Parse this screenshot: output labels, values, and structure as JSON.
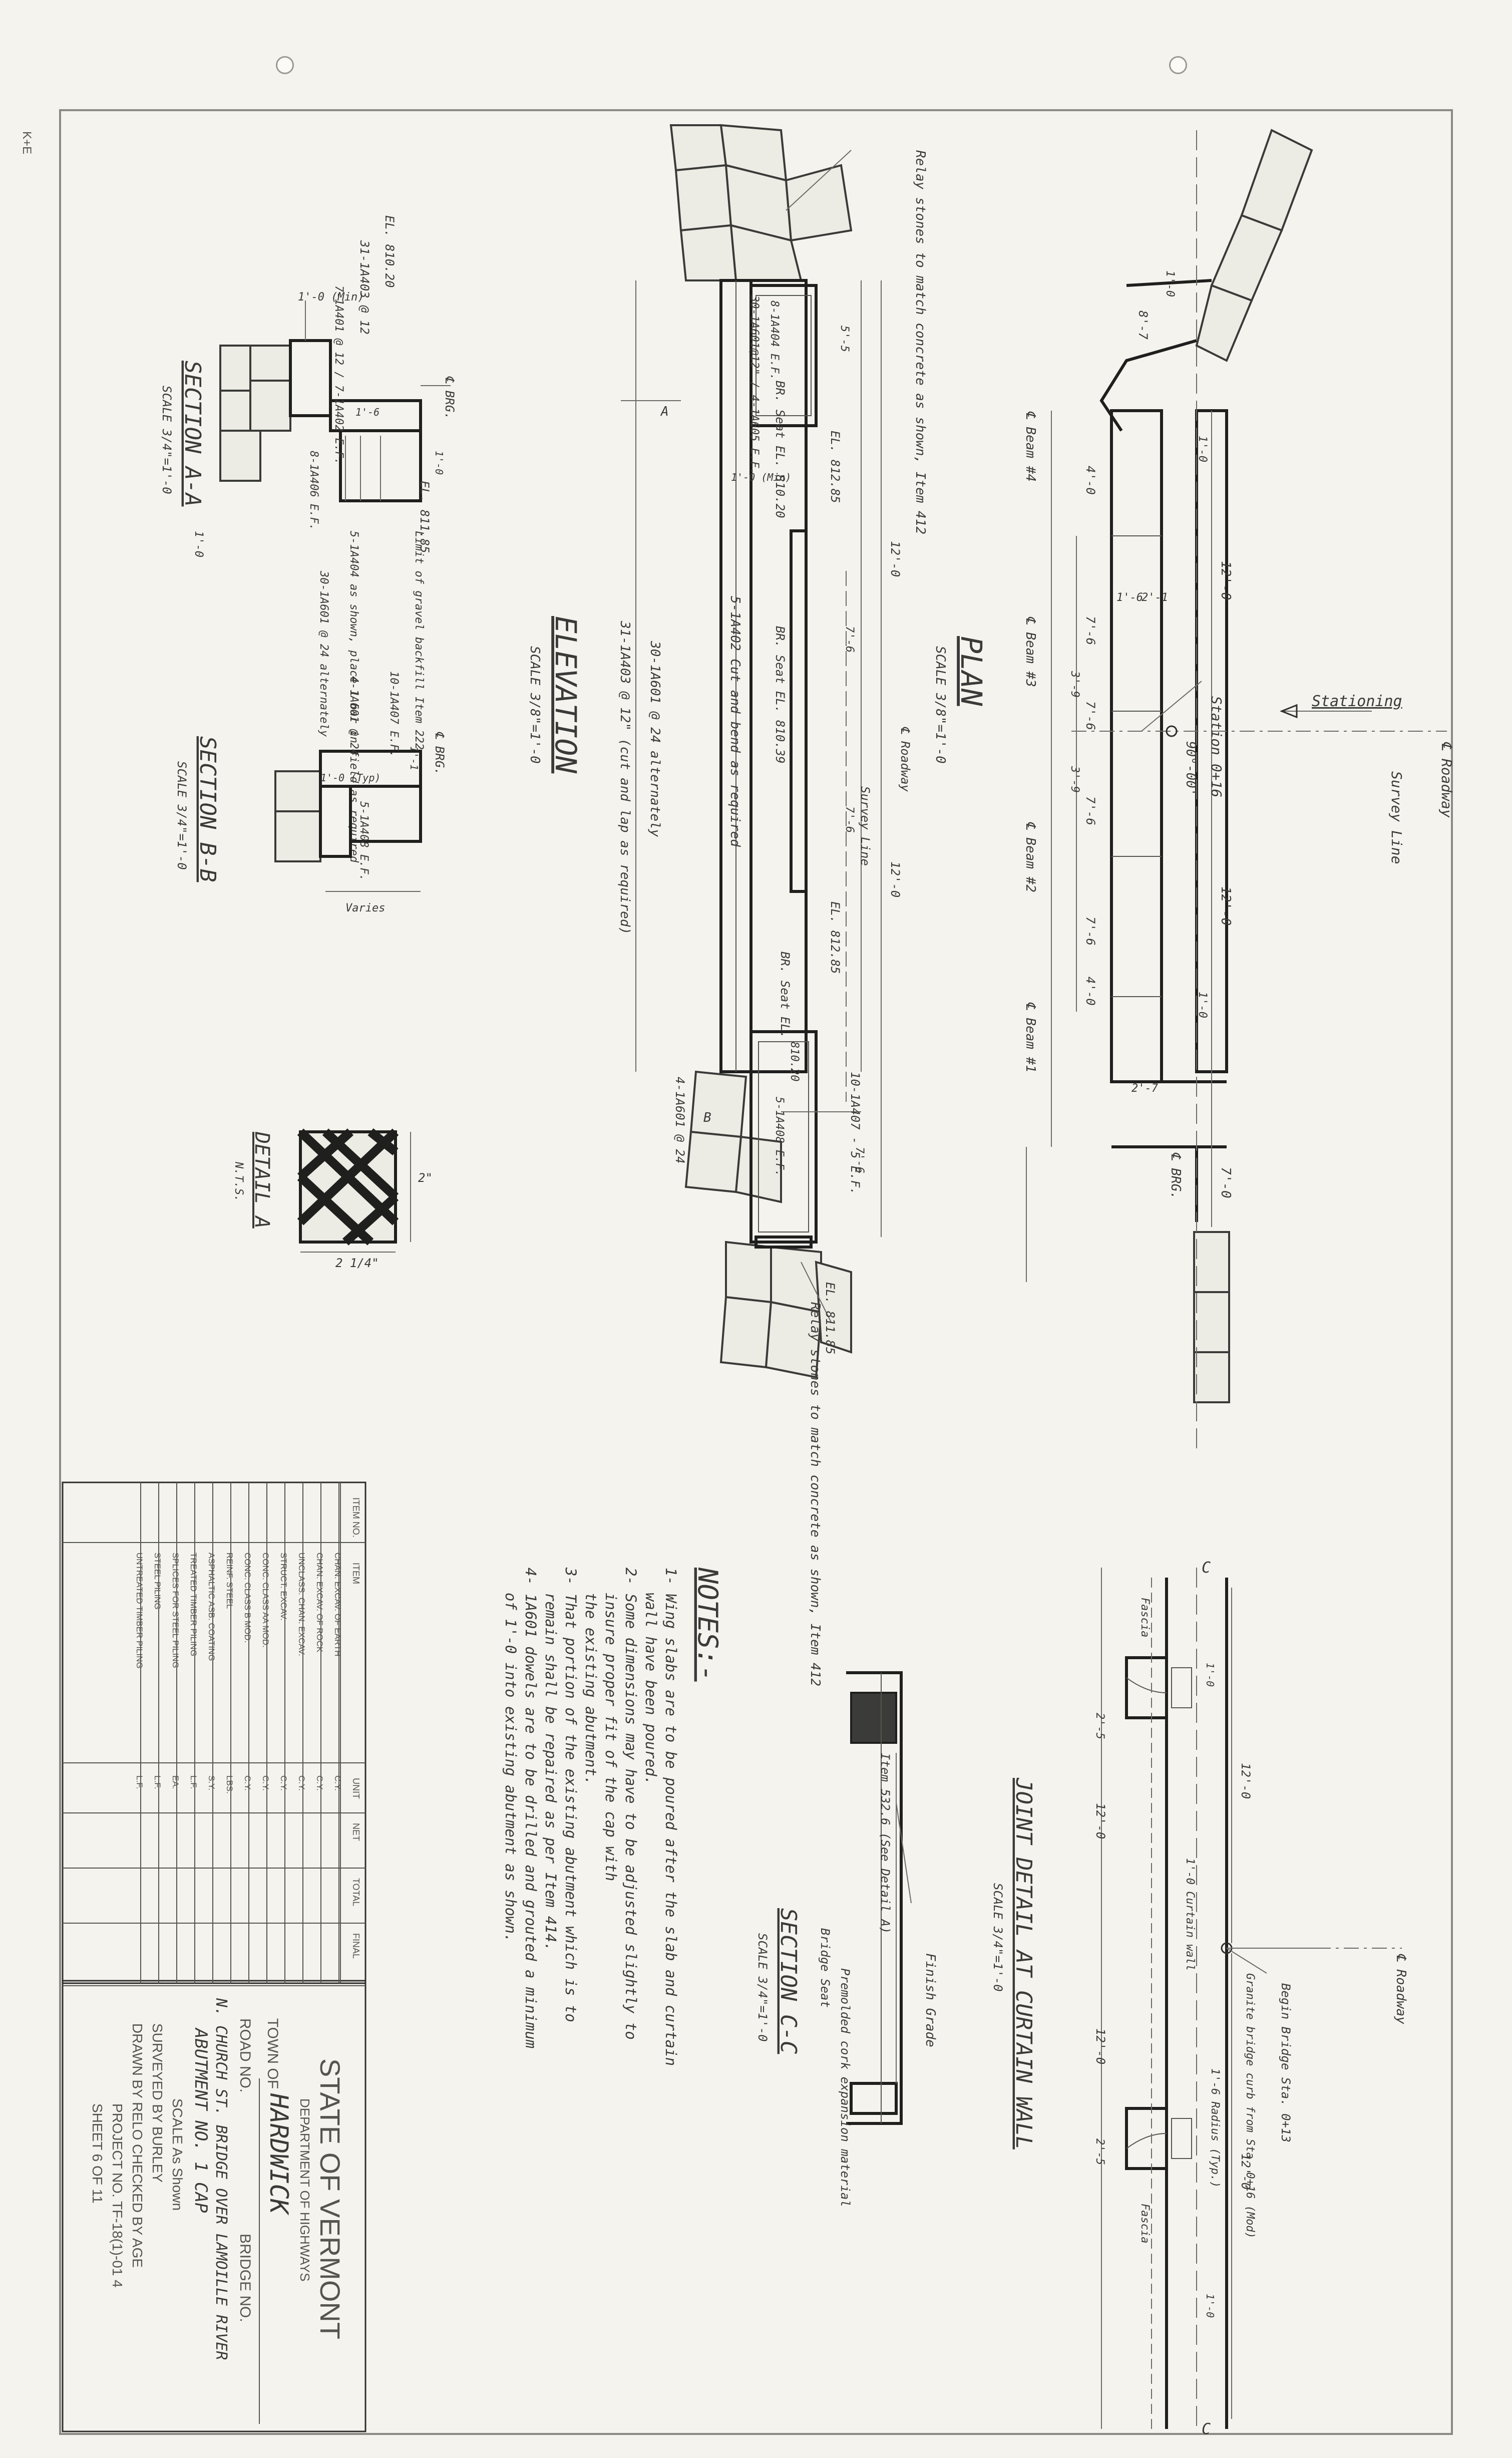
{
  "stamp": "K+E",
  "title_block": {
    "state": "STATE OF VERMONT",
    "department": "DEPARTMENT OF HIGHWAYS",
    "town_label": "TOWN OF",
    "town": "HARDWICK",
    "road_label": "ROAD NO.",
    "bridge_label": "BRIDGE NO.",
    "description_1": "N. CHURCH ST. BRIDGE OVER LAMOILLE RIVER",
    "description_2": "ABUTMENT NO. 1 CAP",
    "scale": "SCALE  As Shown",
    "surveyed": "SURVEYED BY  BURLEY",
    "drawn": "DRAWN BY  RELO    CHECKED BY  AGE",
    "project": "PROJECT NO.  TF-18(1)-01 4",
    "sheet": "SHEET  6  OF  11"
  },
  "quantity_table": {
    "headers": [
      "ITEM NO.",
      "ITEM",
      "UNIT",
      "NET",
      "TOTAL",
      "FINAL"
    ],
    "items": [
      {
        "item": "CHAN. EXCAV. OF EARTH",
        "unit": "C.Y."
      },
      {
        "item": "CHAN. EXCAV. OF ROCK",
        "unit": "C.Y."
      },
      {
        "item": "UNCLASS. CHAN. EXCAV.",
        "unit": "C.Y."
      },
      {
        "item": "STRUCT. EXCAV.",
        "unit": "C.Y."
      },
      {
        "item": "CONC. CLASS AA MOD.",
        "unit": "C.Y."
      },
      {
        "item": "CONC. CLASS B MOD.",
        "unit": "C.Y."
      },
      {
        "item": "REINF. STEEL",
        "unit": "LBS."
      },
      {
        "item": "ASPHALTIC ASB. COATING",
        "unit": "S.Y."
      },
      {
        "item": "TREATED TIMBER PILING",
        "unit": "L.F."
      },
      {
        "item": "SPLICES FOR STEEL PILING",
        "unit": "EA."
      },
      {
        "item": "STEEL PILING",
        "unit": "L.F."
      },
      {
        "item": "UNTREATED TIMBER PILING",
        "unit": "L.F."
      }
    ]
  },
  "notes": {
    "title": "NOTES:-",
    "lines": [
      "1- Wing slabs are to be poured after the slab and curtain",
      "wall have been poured.",
      "2- Some dimensions may have to be adjusted slightly to",
      "insure proper fit of the cap with",
      "the existing abutment.",
      "3- That portion of the existing abutment which is to",
      "remain shall be repaired as per Item 414.",
      "4- 1A601 dowels are to be drilled and grouted a minimum",
      "of 1'-0 into existing abutment as shown."
    ]
  },
  "views": {
    "plan": {
      "title": "PLAN",
      "scale": "SCALE 3/8\"=1'-0"
    },
    "elevation": {
      "title": "ELEVATION",
      "scale": "SCALE 3/8\"=1'-0"
    },
    "section_aa": {
      "title": "SECTION A-A",
      "scale": "SCALE 3/4\"=1'-0"
    },
    "section_bb": {
      "title": "SECTION B-B",
      "scale": "SCALE 3/4\"=1'-0"
    },
    "section_cc": {
      "title": "SECTION C-C",
      "scale": "SCALE 3/4\"=1'-0"
    },
    "detail_a": {
      "title": "DETAIL A",
      "scale": "N.T.S."
    },
    "joint_detail": {
      "title": "JOINT DETAIL AT CURTAIN WALL",
      "scale": "SCALE 3/4\"=1'-0"
    }
  },
  "plan_labels": {
    "stationing": "Stationing",
    "roadway": "℄ Roadway",
    "survey_line": "Survey Line",
    "station": "Station 0+16",
    "angle": "90°-00'",
    "beam4": "℄ Beam #4",
    "beam3": "℄ Beam #3",
    "beam2": "℄ Beam #2",
    "beam1": "℄ Beam #1",
    "brg": "℄ BRG.",
    "d12a": "12'-0",
    "d12b": "12'-0",
    "d7a": "7'-0",
    "d4a": "4'-0",
    "d4b": "4'-0",
    "d1a": "1'-0",
    "d1b": "1'-0",
    "d7_6a": "7'-6",
    "d7_6b": "7'-6",
    "d7_6c": "7'-6",
    "d7_6d": "7'-6",
    "d3_9a": "3'-9",
    "d3_9b": "3'-9",
    "d1_6": "1'-6",
    "d2_1": "2'-1",
    "d2_7": "2'-7",
    "d8_7": "8'-7",
    "d1_0": "1'-0"
  },
  "elevation_labels": {
    "relay_top": "Relay stones to match concrete as shown, Item 412",
    "relay_bottom": "Relay stones to match concrete as shown, Item 412",
    "bar1": "31-1A403 @ 12\" (cut and lap as required)",
    "bar2": "30-1A601 @ 24 alternately",
    "bar3": "5-1A402 Cut and bend as required",
    "bar4": "8-1A404 E.F.",
    "bar5": "5-1A408 E.F.",
    "bar6": "10-1A407 - 5 E.F.",
    "bar7": "4-1A601 @ 24",
    "bar8": "30-1A601@12\" / 4-1A605 E.F.",
    "seat1": "BR. Seat EL. 810.20",
    "seat2": "BR. Seat EL. 810.39",
    "seat3": "BR. Seat EL.",
    "el1": "EL. 812.85",
    "el2": "EL. 812.85",
    "el3": "EL. 811.85",
    "el4": "810.20",
    "survey": "Survey Line",
    "roadway": "℄ Roadway",
    "d12a": "12'-0",
    "d12b": "12'-0",
    "d7_6a": "7'-6",
    "d7_6b": "7'-6",
    "d5_5": "5'-5",
    "d7_6c": "7'-6",
    "a": "A",
    "b": "B",
    "min": "1'-0 (Min)"
  },
  "section_aa_labels": {
    "el": "EL. 810.20",
    "bars1": "31-1A403 @ 12",
    "bars2": "7-1A401 @ 12 / 7-1A402 E.F.",
    "bars3": "8-1A406 E.F.",
    "bars4": "5-1A404 as shown, place 1 bar in field as required",
    "bars5": "30-1A601 @ 24 alternately",
    "el2": "EL. 811.85",
    "brg": "℄ BRG.",
    "limit": "Limit of gravel backfill Item 222",
    "min": "1'-0 (Min)",
    "d10": "1'-0",
    "d1_6": "1'-6",
    "d1_0": "1'-0"
  },
  "section_bb_labels": {
    "bars1": "10-1A407 E.F.",
    "bars2": "4-1A601 @ 24",
    "bars3": "5-1A408 E.F.",
    "varies": "Varies",
    "typ": "1'-0 (Typ)",
    "brg": "℄ BRG.",
    "d1": "1'-1"
  },
  "section_cc_labels": {
    "item": "Item 532.6 (See Detail A)",
    "finish": "Finish Grade",
    "premolded": "Premolded cork expansion material",
    "bridge_seat": "Bridge Seat"
  },
  "detail_a_labels": {
    "w": "2 1/4\"",
    "h": "2\""
  },
  "joint_labels": {
    "cl_top": "C",
    "cl_bottom": "C",
    "fascia1": "Fascia",
    "fascia2": "Fascia",
    "curtain": "1'-0 Curtain wall",
    "granite": "Granite bridge curb from Sta. 0+16 (Mod)",
    "radius": "1'-6 Radius (Typ.)",
    "begin_bridge": "Begin Bridge Sta. 0+13",
    "roadway": "℄ Roadway",
    "d12a": "12'-0",
    "d12b": "12'-0",
    "d12c": "12'-0",
    "d12d": "12'-0",
    "d2_5a": "2'-5",
    "d2_5b": "2'-5",
    "d1_0a": "1'-0",
    "d1_0b": "1'-0"
  }
}
